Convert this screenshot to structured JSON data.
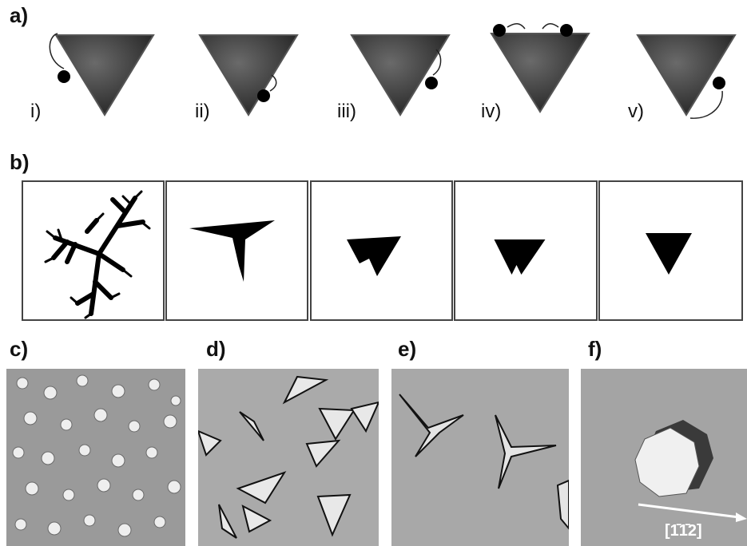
{
  "panels": {
    "a": "a)",
    "b": "b)",
    "c": "c)",
    "d": "d)",
    "e": "e)",
    "f": "f)"
  },
  "subpanels": [
    "i)",
    "ii)",
    "iii)",
    "iv)",
    "v)"
  ],
  "direction_label": "[1̄1̄2]",
  "colors": {
    "cluster": "#333333",
    "adatom": "#000000",
    "sim_shape": "#000000",
    "stm_background": "#a9a9a9",
    "island": "#e6e6e6",
    "arrow": "#ffffff"
  }
}
